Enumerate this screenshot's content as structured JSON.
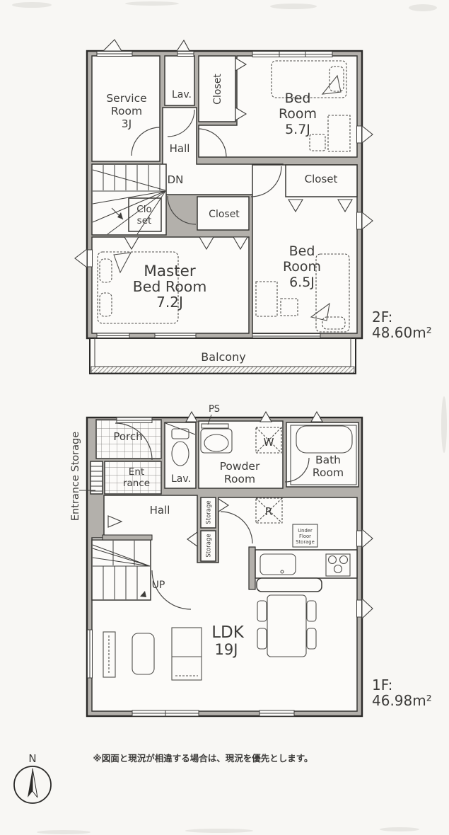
{
  "floor2": {
    "area": [
      "2F:",
      "48.60m²"
    ],
    "service_room": [
      "Service",
      "Room",
      "3J"
    ],
    "lav": "Lav.",
    "closet_top": "Closet",
    "bedroom_57": [
      "Bed",
      "Room",
      "5.7J"
    ],
    "hall": "Hall",
    "dn": "DN",
    "closet_small": [
      "Clo",
      "set"
    ],
    "closet_mid": "Closet",
    "closet_right": "Closet",
    "master_bedroom": [
      "Master",
      "Bed Room",
      "7.2J"
    ],
    "bedroom_65": [
      "Bed",
      "Room",
      "6.5J"
    ],
    "balcony": "Balcony"
  },
  "floor1": {
    "area": [
      "1F:",
      "46.98m²"
    ],
    "entrance_storage": "Entrance Storage",
    "porch": "Porch",
    "entrance": [
      "Ent",
      "rance"
    ],
    "lav": "Lav.",
    "ps": "PS",
    "powder_room": [
      "Powder",
      "Room"
    ],
    "washer": "W",
    "bath_room": [
      "Bath",
      "Room"
    ],
    "hall": "Hall",
    "storage_upper": "Storage",
    "storage_lower": "Storage",
    "refrigerator": "R",
    "under_floor_storage": [
      "Under",
      "Floor",
      "Storage"
    ],
    "up": "UP",
    "ldk": [
      "LDK",
      "19J"
    ]
  },
  "footer": {
    "north": "N",
    "disclaimer": "※図面と現況が相違する場合は、現況を優先とします。"
  },
  "colors": {
    "wall_fill": "#b3b0ab",
    "line": "#2b2a28",
    "paper": "#f8f7f4"
  }
}
